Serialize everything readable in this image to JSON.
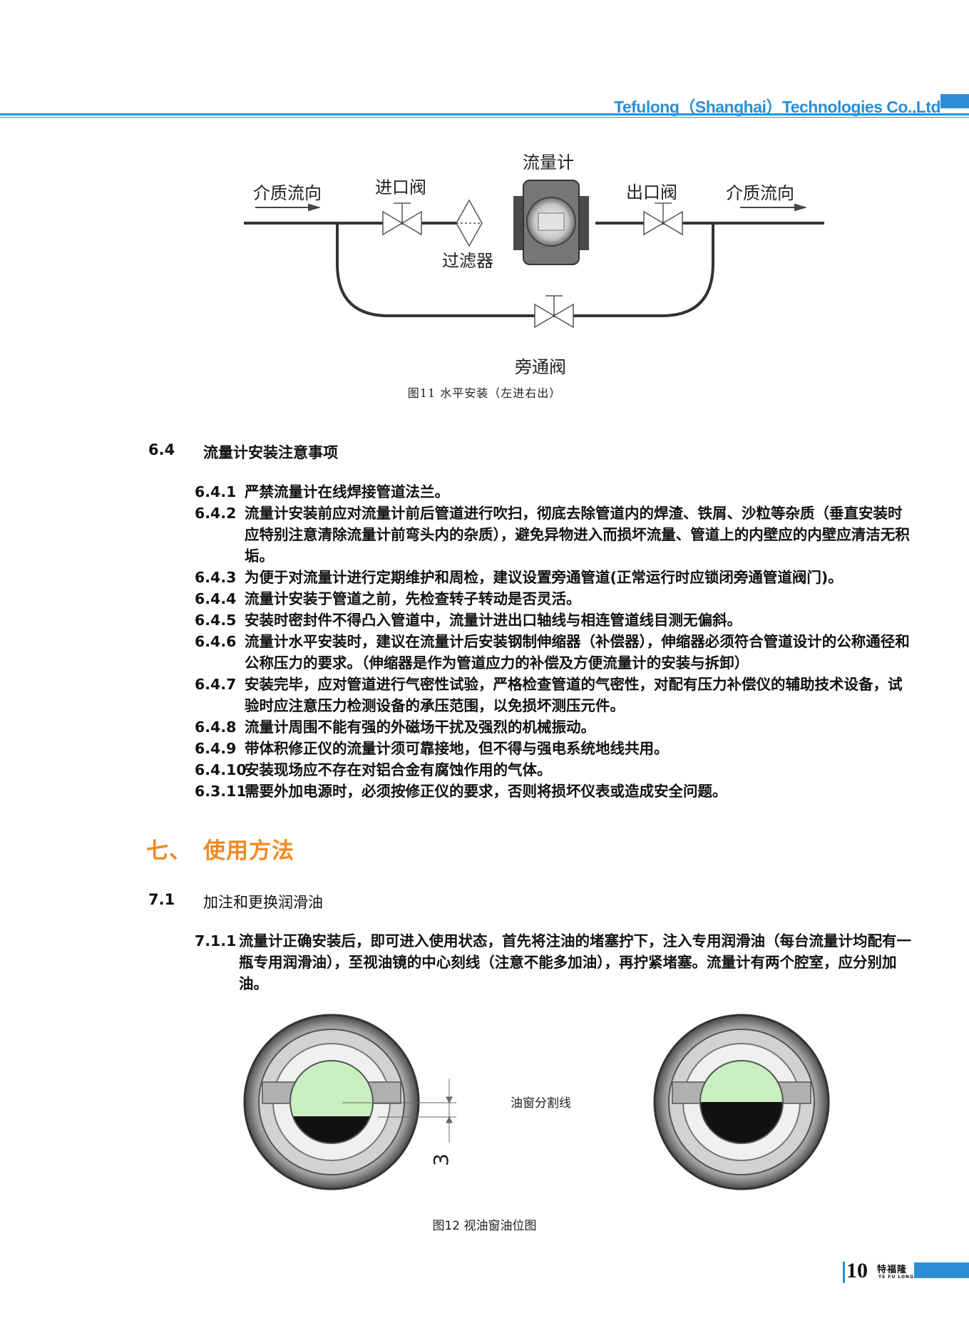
{
  "header": {
    "company": "Tefulong（Shanghai）Technologies Co.,Ltd"
  },
  "figure11": {
    "labels": {
      "flow_in": "介质流向",
      "inlet_valve": "进口阀",
      "flowmeter": "流量计",
      "outlet_valve": "出口阀",
      "flow_out": "介质流向",
      "filter": "过滤器",
      "bypass_valve": "旁通阀"
    },
    "caption": "图11 水平安装（左进右出）"
  },
  "section64": {
    "number": "6.4",
    "title": "流量计安装注意事项",
    "items": [
      {
        "num": "6.4.1",
        "text": "严禁流量计在线焊接管道法兰。"
      },
      {
        "num": "6.4.2",
        "text": "流量计安装前应对流量计前后管道进行吹扫，彻底去除管道内的焊渣、铁屑、沙粒等杂质（垂直安装时应特别注意清除流量计前弯头内的杂质），避免异物进入而损坏流量、管道上的内壁应的内壁应清洁无积垢。"
      },
      {
        "num": "6.4.3",
        "text": "为便于对流量计进行定期维护和周检，建议设置旁通管道(正常运行时应锁闭旁通管道阀门)。"
      },
      {
        "num": "6.4.4",
        "text": "流量计安装于管道之前，先检查转子转动是否灵活。"
      },
      {
        "num": "6.4.5",
        "text": "安装时密封件不得凸入管道中，流量计进出口轴线与相连管道线目测无偏斜。"
      },
      {
        "num": "6.4.6",
        "text": "流量计水平安装时，建议在流量计后安装钢制伸缩器（补偿器），伸缩器必须符合管道设计的公称通径和公称压力的要求。（伸缩器是作为管道应力的补偿及方便流量计的安装与拆卸）"
      },
      {
        "num": "6.4.7",
        "text": "安装完毕，应对管道进行气密性试验，严格检查管道的气密性，对配有压力补偿仪的辅助技术设备，试验时应注意压力检测设备的承压范围，以免损坏测压元件。"
      },
      {
        "num": "6.4.8",
        "text": "流量计周围不能有强的外磁场干扰及强烈的机械振动。"
      },
      {
        "num": "6.4.9",
        "text": "带体积修正仪的流量计须可靠接地，但不得与强电系统地线共用。"
      },
      {
        "num": "6.4.10",
        "text": "安装现场应不存在对铝合金有腐蚀作用的气体。"
      },
      {
        "num": "6.3.11",
        "text": "需要外加电源时，必须按修正仪的要求，否则将损坏仪表或造成安全问题。"
      }
    ]
  },
  "chapter7": {
    "number": "七、",
    "title": "使用方法"
  },
  "section71": {
    "number": "7.1",
    "title": "加注和更换润滑油",
    "item": {
      "num": "7.1.1",
      "text": "流量计正确安装后，即可进入使用状态，首先将注油的堵塞拧下，注入专用润滑油（每台流量计均配有一瓶专用润滑油），至视油镜的中心刻线（注意不能多加油），再拧紧堵塞。流量计有两个腔室，应分别加油。"
    }
  },
  "figure12": {
    "label": "油窗分割线",
    "dimension": "3",
    "caption": "图12 视油窗油位图",
    "colors": {
      "oil": "#c9efc0",
      "dark": "#111111"
    }
  },
  "footer": {
    "page": "10",
    "brand_cn": "特福隆",
    "brand_en": "TE FU LONG"
  },
  "colors": {
    "accent": "#2a8fd6",
    "chapter": "#f08a24"
  }
}
